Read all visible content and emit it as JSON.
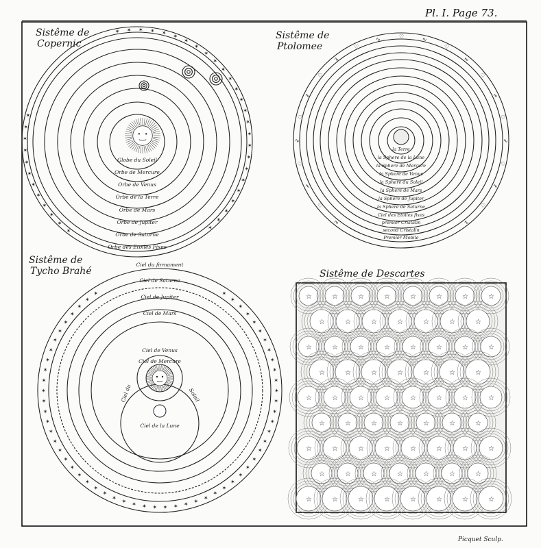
{
  "plate": {
    "header": "Pl. I. Page 73.",
    "engraver": "Picquet Sculp."
  },
  "copernic": {
    "title_line1": "Sistême de",
    "title_line2": "Copernic",
    "labels": [
      "Globe du Soleil",
      "Orbe de Mercure",
      "Orbe de Venus",
      "Orbe de la Terre",
      "Orbe de Mars",
      "Orbe de Jupiter",
      "Orbe de Saturne",
      "Orbe des Etoiles Fixes"
    ]
  },
  "ptolomee": {
    "title_line1": "Sistême de",
    "title_line2": "Ptolomee",
    "labels": [
      "la Terre",
      "la Sphere de la Lune",
      "la Sphere de Mercure",
      "la Sphere de Venus",
      "la Sphere du Soleil",
      "la Sphere de Mars",
      "la Sphere de Jupiter",
      "la Sphere de Saturne",
      "Ciel des Etoiles fixes",
      "premier Cristalin",
      "second Cristalin",
      "Premier Mobile"
    ]
  },
  "tycho": {
    "title_line1": "Sistême de",
    "title_line2": "Tycho Brahé",
    "labels": {
      "firmament": "Ciel du firmament",
      "saturne": "Ciel de Saturne",
      "jupiter": "Ciel de Jupiter",
      "mars": "Ciel de Mars",
      "venus": "Ciel de Venus",
      "mercure": "Ciel de Mercure",
      "soleil_left": "Ciel du",
      "soleil_right": "Soleil",
      "lune": "Ciel de la Lune"
    }
  },
  "descartes": {
    "title": "Sistême de Descartes"
  },
  "colors": {
    "ink": "#1a1a1a",
    "paper": "#fbfbfa"
  }
}
